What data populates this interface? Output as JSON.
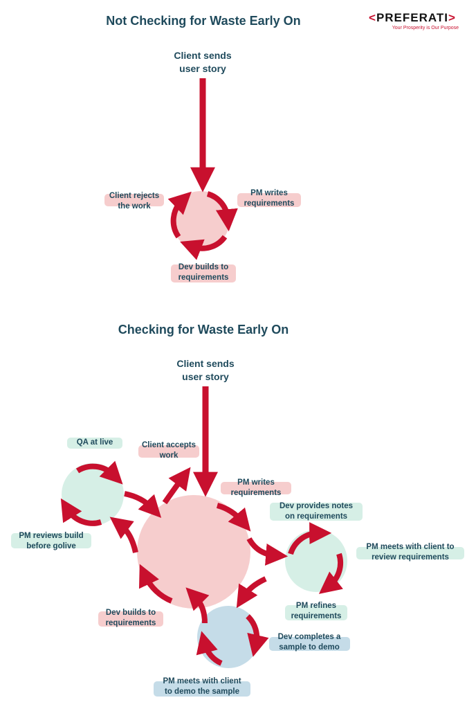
{
  "colors": {
    "red": "#c8102e",
    "pink": "#f6cdcd",
    "green": "#d6efe6",
    "blue": "#c5dce8",
    "navy": "#1f4a5c"
  },
  "logo": {
    "left": "<",
    "name": "PREFERATI",
    "right": ">",
    "tagline": "Your Prosperity is Our Purpose"
  },
  "section1": {
    "title": "Not Checking for Waste Early On",
    "start": [
      "Client sends",
      "user story"
    ],
    "labels": {
      "rejects": [
        "Client rejects",
        "the work"
      ],
      "writes": [
        "PM writes",
        "requirements"
      ],
      "builds": [
        "Dev builds to",
        "requirements"
      ]
    }
  },
  "section2": {
    "title": "Checking for Waste Early On",
    "start": [
      "Client sends",
      "user story"
    ],
    "labels": {
      "qa": [
        "QA at live"
      ],
      "accepts": [
        "Client accepts",
        "work"
      ],
      "writes": [
        "PM writes",
        "requirements"
      ],
      "notes": [
        "Dev provides notes",
        "on requirements"
      ],
      "meets_review": [
        "PM meets with client to",
        "review requirements"
      ],
      "refines": [
        "PM refines",
        "requirements"
      ],
      "completes": [
        "Dev completes a",
        "sample to demo"
      ],
      "meets_demo": [
        "PM meets with client",
        "to demo the sample"
      ],
      "builds": [
        "Dev builds to",
        "requirements"
      ],
      "reviews": [
        "PM reviews build",
        "before golive"
      ]
    }
  }
}
